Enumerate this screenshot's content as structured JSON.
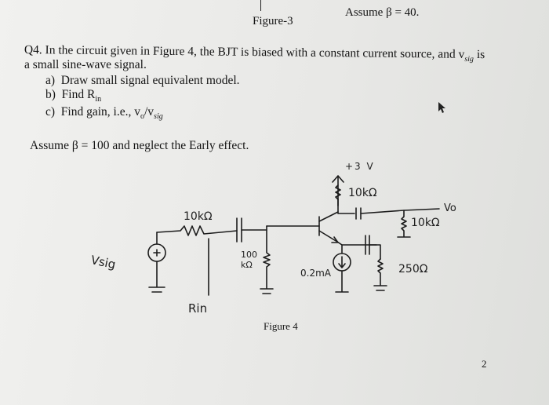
{
  "header": {
    "figure_label": "Figure-3",
    "assume_top": "Assume β = 40."
  },
  "question": {
    "line1": "Q4. In the circuit given in Figure 4, the BJT is biased with a constant current source, and v",
    "line1_sub": "sig",
    "line1_end": " is",
    "line2": "a small sine-wave signal.",
    "items": [
      {
        "label": "a)",
        "text": "Draw small signal equivalent model."
      },
      {
        "label": "b)",
        "text": "Find R",
        "sub": "in"
      },
      {
        "label": "c)",
        "text": "Find gain, i.e., v",
        "sub": "o",
        "tail": "/v",
        "tail_sub": "sig"
      }
    ],
    "assume": "Assume β = 100 and neglect the Early effect."
  },
  "circuit": {
    "vcc": "+3 V",
    "rc": "10kΩ",
    "rsig": "10kΩ",
    "vo": "Vo",
    "rl": "10kΩ",
    "vsig": "Vsig",
    "rb_line1": "100",
    "rb_line2": "kΩ",
    "isrc": "0.2mA",
    "re": "250Ω",
    "rin": "Rin"
  },
  "caption": "Figure 4",
  "page_number": "2"
}
